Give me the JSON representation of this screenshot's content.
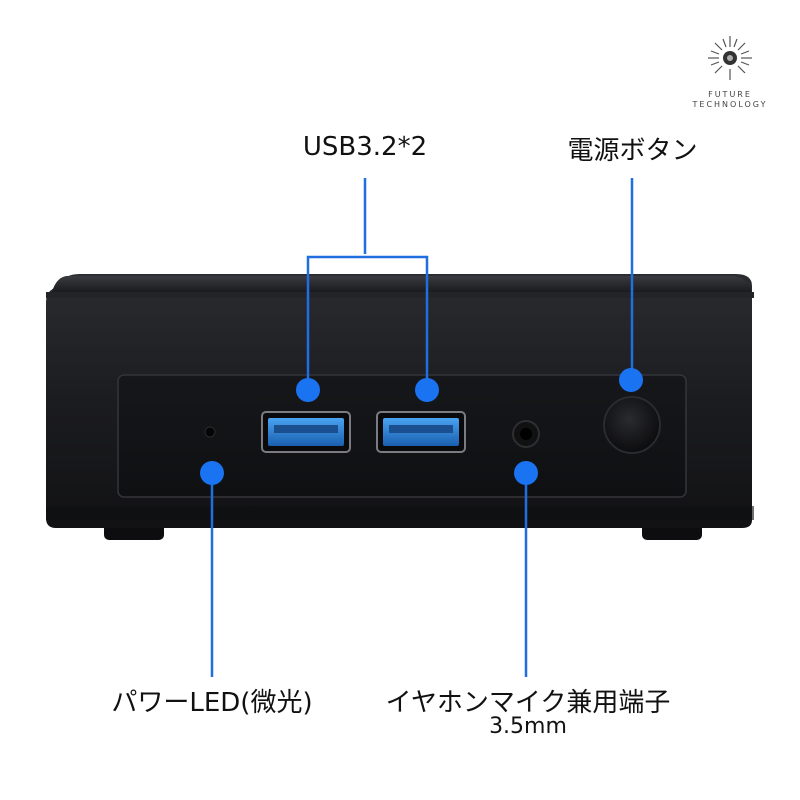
{
  "brand": {
    "line1": "FUTURE",
    "line2": "TECHNOLOGY"
  },
  "callouts": {
    "usb": "USB3.2*2",
    "power_button": "電源ボタン",
    "power_led": "パワーLED(微光)",
    "audio_jack": "イヤホンマイク兼用端子",
    "audio_jack_size": "3.5mm"
  },
  "colors": {
    "callout_line": "#1f6fe0",
    "callout_dot": "#1a73f0",
    "device_body": "#1c1d20",
    "usb_port": "#2a7fd6"
  }
}
